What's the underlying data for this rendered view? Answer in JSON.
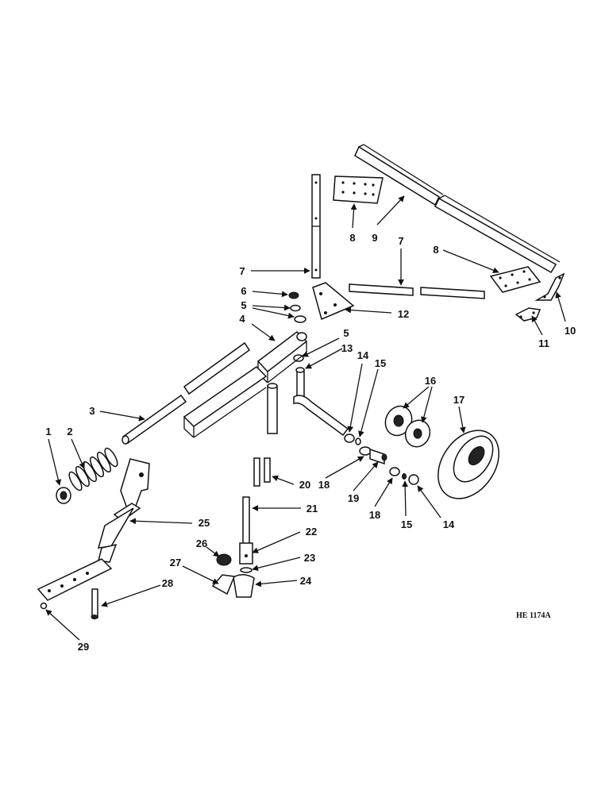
{
  "figure_code": "HE 1174A",
  "callouts": {
    "c1": "1",
    "c2": "2",
    "c3": "3",
    "c4": "4",
    "c5a": "5",
    "c5b": "5",
    "c6": "6",
    "c7a": "7",
    "c7b": "7",
    "c8a": "8",
    "c8b": "8",
    "c9": "9",
    "c10": "10",
    "c11": "11",
    "c12": "12",
    "c13": "13",
    "c14a": "14",
    "c14b": "14",
    "c15a": "15",
    "c15b": "15",
    "c16": "16",
    "c17": "17",
    "c18a": "18",
    "c18b": "18",
    "c19": "19",
    "c20": "20",
    "c21": "21",
    "c22": "22",
    "c23": "23",
    "c24": "24",
    "c25": "25",
    "c26": "26",
    "c27": "27",
    "c28": "28",
    "c29": "29"
  }
}
